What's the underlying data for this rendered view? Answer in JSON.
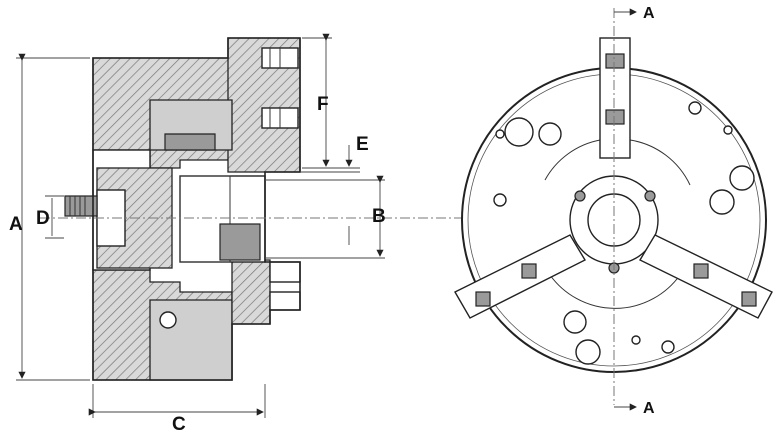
{
  "diagram": {
    "dimension_labels": {
      "A": "A",
      "B": "B",
      "C": "C",
      "D": "D",
      "E": "E",
      "F": "F"
    },
    "section_labels": {
      "top": "A",
      "bottom": "A"
    }
  }
}
